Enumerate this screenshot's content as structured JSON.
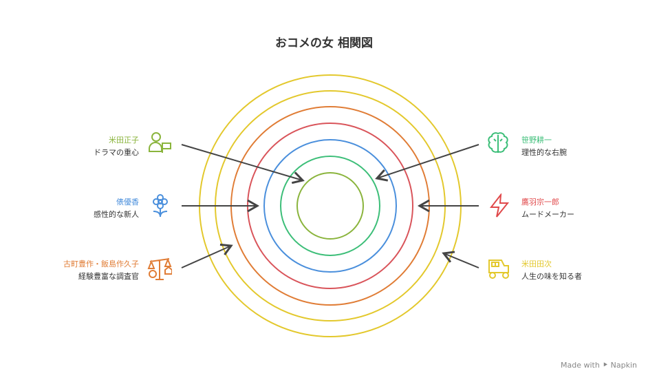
{
  "title": "おコメの女 相関図",
  "rings": [
    "#e3c82c",
    "#e3c82c",
    "#e07c35",
    "#d9545a",
    "#4a8fdc",
    "#3cbe78",
    "#8ab43c"
  ],
  "people": [
    {
      "name": "米田正子",
      "role": "ドラマの重心",
      "color": "#8ab43c",
      "icon": "person-flag-icon"
    },
    {
      "name": "俵優香",
      "role": "感性的な新人",
      "color": "#4a8fdc",
      "icon": "flower-icon"
    },
    {
      "name": "古町豊作・飯島作久子",
      "role": "経験豊富な調査官",
      "color": "#e07c35",
      "icon": "scale-money-icon"
    },
    {
      "name": "笹野耕一",
      "role": "理性的な右腕",
      "color": "#3cbe78",
      "icon": "brain-icon"
    },
    {
      "name": "鷹羽宗一郎",
      "role": "ムードメーカー",
      "color": "#e0484a",
      "icon": "lightning-icon"
    },
    {
      "name": "米田田次",
      "role": "人生の味を知る者",
      "color": "#e3c82c",
      "icon": "carriage-icon"
    }
  ],
  "footer": "Made with ⯈ Napkin"
}
